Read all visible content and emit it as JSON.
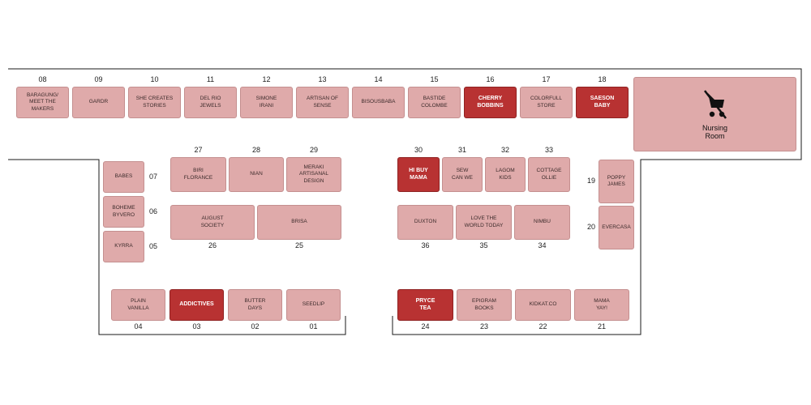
{
  "colors": {
    "booth": "#dfaaaa",
    "booth_highlight": "#b83232",
    "wall": "#1a1a1a"
  },
  "nursing_room": {
    "label": "Nursing\nRoom",
    "icon": "stroller-icon"
  },
  "booths": [
    {
      "id": "08",
      "name": "BARAGUNG/\nMEET THE\nMAKERS",
      "highlight": false
    },
    {
      "id": "09",
      "name": "GARDR",
      "highlight": false
    },
    {
      "id": "10",
      "name": "SHE CREATES\nSTORIES",
      "highlight": false
    },
    {
      "id": "11",
      "name": "DEL RIO\nJEWELS",
      "highlight": false
    },
    {
      "id": "12",
      "name": "SIMONE\nIRANI",
      "highlight": false
    },
    {
      "id": "13",
      "name": "ARTISAN OF\nSENSE",
      "highlight": false
    },
    {
      "id": "14",
      "name": "BISOUSBABA",
      "highlight": false
    },
    {
      "id": "15",
      "name": "BASTIDE\nCOLOMBE",
      "highlight": false
    },
    {
      "id": "16",
      "name": "CHERRY\nBOBBINS",
      "highlight": true
    },
    {
      "id": "17",
      "name": "COLORFULL\nSTORE",
      "highlight": false
    },
    {
      "id": "18",
      "name": "SAESON\nBABY",
      "highlight": true
    },
    {
      "id": "07",
      "name": "BABES",
      "highlight": false
    },
    {
      "id": "06",
      "name": "BOHEME\nBYVERO",
      "highlight": false
    },
    {
      "id": "05",
      "name": "KYRRA",
      "highlight": false
    },
    {
      "id": "27",
      "name": "BIRI\nFLORANCE",
      "highlight": false
    },
    {
      "id": "28",
      "name": "NIAN",
      "highlight": false
    },
    {
      "id": "29",
      "name": "MERAKI\nARTISANAL\nDESIGN",
      "highlight": false
    },
    {
      "id": "26",
      "name": "AUGUST\nSOCIETY",
      "highlight": false
    },
    {
      "id": "25",
      "name": "BRISA",
      "highlight": false
    },
    {
      "id": "30",
      "name": "HI BUY\nMAMA",
      "highlight": true
    },
    {
      "id": "31",
      "name": "SEW\nCAN WE",
      "highlight": false
    },
    {
      "id": "32",
      "name": "LAGOM\nKIDS",
      "highlight": false
    },
    {
      "id": "33",
      "name": "COTTAGE\nOLLIE",
      "highlight": false
    },
    {
      "id": "36",
      "name": "DUXTON",
      "highlight": false
    },
    {
      "id": "35",
      "name": "LOVE THE\nWORLD TODAY",
      "highlight": false
    },
    {
      "id": "34",
      "name": "NIMBU",
      "highlight": false
    },
    {
      "id": "19",
      "name": "POPPY\nJAMES",
      "highlight": false
    },
    {
      "id": "20",
      "name": "EVERCASA",
      "highlight": false
    },
    {
      "id": "04",
      "name": "PLAIN\nVANILLA",
      "highlight": false
    },
    {
      "id": "03",
      "name": "ADDICTIVES",
      "highlight": true
    },
    {
      "id": "02",
      "name": "BUTTER\nDAYS",
      "highlight": false
    },
    {
      "id": "01",
      "name": "SEEDLIP",
      "highlight": false
    },
    {
      "id": "24",
      "name": "PRYCE\nTEA",
      "highlight": true
    },
    {
      "id": "23",
      "name": "EPIGRAM\nBOOKS",
      "highlight": false
    },
    {
      "id": "22",
      "name": "KIDKAT.CO",
      "highlight": false
    },
    {
      "id": "21",
      "name": "MAMA\nYAY!",
      "highlight": false
    }
  ]
}
